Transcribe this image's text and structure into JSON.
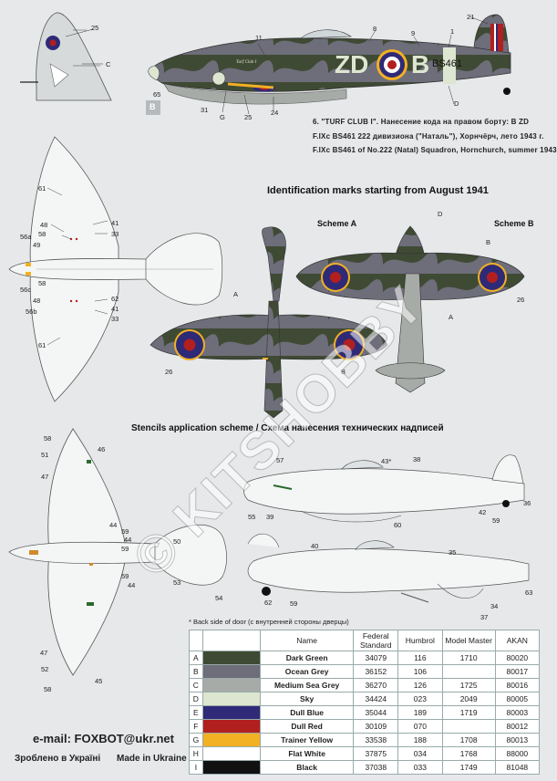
{
  "colors": {
    "background": "#e6e8ea",
    "dark_green": "#3f4a34",
    "ocean_grey": "#6e6d7a",
    "medium_sea_grey": "#a7aba7",
    "sky": "#dde6d0",
    "dull_blue": "#2e2a78",
    "dull_red": "#b21f1f",
    "trainer_yellow": "#f2b023",
    "flat_white": "#ffffff",
    "black": "#111111"
  },
  "top_profile": {
    "code_left": "ZD",
    "code_right": "B",
    "serial": "BS461",
    "nose_art": "Turf Club I",
    "marker_label": "B",
    "caption_line1": "6. \"TURF CLUB I\". Нанесение кода на правом борту: B ZD",
    "caption_line2": "F.IXc BS461 222 дивизиона (\"Наталь\"), Хорнчёрч, лето 1943 г.",
    "caption_line3": "F.IXc BS461 of No.222 (Natal) Squadron, Hornchurch, summer 1943",
    "callouts": [
      "25",
      "C",
      "11",
      "8",
      "9",
      "1",
      "21",
      "65",
      "31",
      "G",
      "25",
      "24",
      "D"
    ]
  },
  "identification": {
    "heading": "Identification marks starting from August 1941",
    "scheme_a": "Scheme A",
    "scheme_b": "Scheme B",
    "callouts": [
      "61",
      "48",
      "58",
      "56a",
      "49",
      "41",
      "33",
      "56c",
      "58",
      "48",
      "56b",
      "62",
      "41",
      "33",
      "61",
      "D",
      "B",
      "A",
      "26",
      "A",
      "26",
      "B"
    ]
  },
  "stencils": {
    "heading": "Stencils application scheme / Схема нанесения технических надписей",
    "note": "* Back side of door (с внутренней стороны дверцы)",
    "callouts": [
      "58",
      "51",
      "46",
      "47",
      "44",
      "59",
      "44",
      "59",
      "50",
      "59",
      "44",
      "53",
      "54",
      "47",
      "52",
      "45",
      "58",
      "57",
      "43*",
      "38",
      "36",
      "42",
      "59",
      "60",
      "55",
      "39",
      "40",
      "35",
      "63",
      "62",
      "59",
      "34",
      "37"
    ]
  },
  "watermark": "© KITSHOBBY",
  "color_table": {
    "headers": [
      "",
      "Name",
      "Federal Standard",
      "Humbrol",
      "Model Master",
      "AKAN"
    ],
    "rows": [
      {
        "letter": "A",
        "color": "#3f4a34",
        "name": "Dark Green",
        "fs": "34079",
        "humbrol": "116",
        "mm": "1710",
        "akan": "80020"
      },
      {
        "letter": "B",
        "color": "#6e6d7a",
        "name": "Ocean Grey",
        "fs": "36152",
        "humbrol": "106",
        "mm": "",
        "akan": "80017"
      },
      {
        "letter": "C",
        "color": "#a7aba7",
        "name": "Medium Sea Grey",
        "fs": "36270",
        "humbrol": "126",
        "mm": "1725",
        "akan": "80016"
      },
      {
        "letter": "D",
        "color": "#dde6d0",
        "name": "Sky",
        "fs": "34424",
        "humbrol": "023",
        "mm": "2049",
        "akan": "80005"
      },
      {
        "letter": "E",
        "color": "#2e2a78",
        "name": "Dull Blue",
        "fs": "35044",
        "humbrol": "189",
        "mm": "1719",
        "akan": "80003"
      },
      {
        "letter": "F",
        "color": "#b21f1f",
        "name": "Dull Red",
        "fs": "30109",
        "humbrol": "070",
        "mm": "",
        "akan": "80012"
      },
      {
        "letter": "G",
        "color": "#f2b023",
        "name": "Trainer Yellow",
        "fs": "33538",
        "humbrol": "188",
        "mm": "1708",
        "akan": "80013"
      },
      {
        "letter": "H",
        "color": "#ffffff",
        "name": "Flat White",
        "fs": "37875",
        "humbrol": "034",
        "mm": "1768",
        "akan": "88000"
      },
      {
        "letter": "I",
        "color": "#111111",
        "name": "Black",
        "fs": "37038",
        "humbrol": "033",
        "mm": "1749",
        "akan": "81048"
      }
    ]
  },
  "footer": {
    "email": "e-mail: FOXBOT@ukr.net",
    "made_ua": "Зроблено в Україні",
    "made_en": "Made in Ukraine"
  }
}
